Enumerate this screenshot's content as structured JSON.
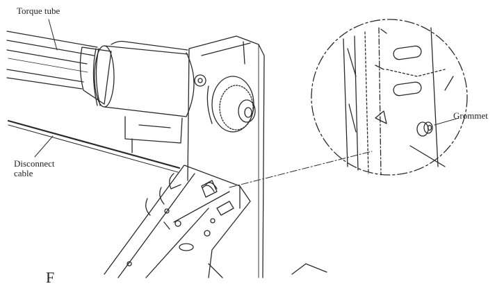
{
  "labels": {
    "torque_tube": "Torque tube",
    "disconnect_cable": "Disconnect\ncable",
    "grommet": "Grommet",
    "fig_fragment": "F"
  }
}
